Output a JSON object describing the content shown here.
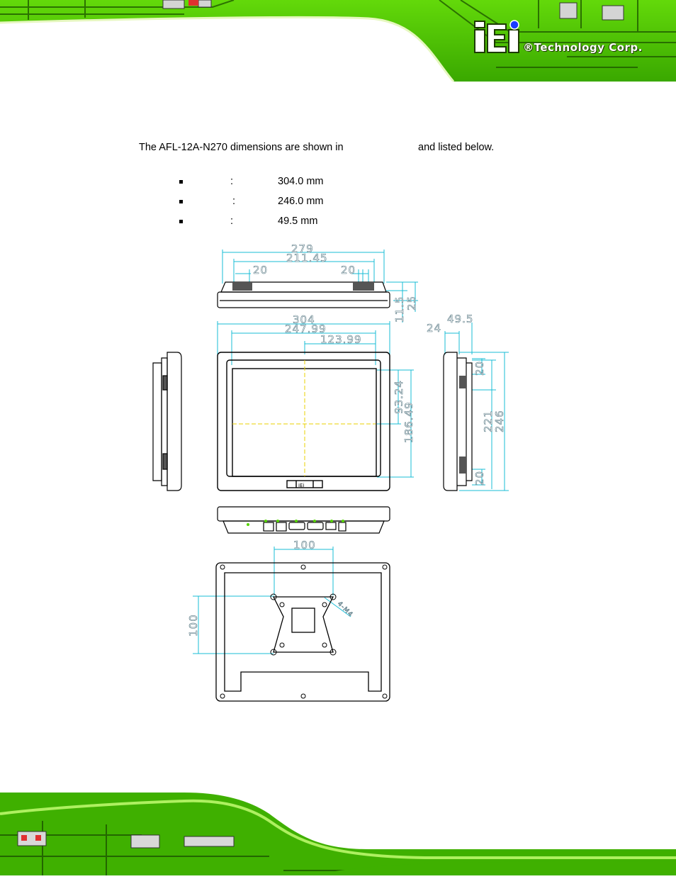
{
  "header": {
    "brand_logo_text": "iEi",
    "brand_tagline": "®Technology Corp."
  },
  "body": {
    "intro_left": "The AFL-12A-N270 dimensions are shown in",
    "intro_right": "and listed below.",
    "specs": [
      {
        "colon": ":",
        "value": "304.0 mm"
      },
      {
        "colon": ":",
        "value": "246.0 mm"
      },
      {
        "colon": ":",
        "value": "49.5 mm"
      }
    ]
  },
  "drawing": {
    "top_view": {
      "width_overall": "279",
      "width_inner": "211.45",
      "offset_left": "20",
      "offset_right": "20",
      "height_a": "11.5",
      "height_b": "25"
    },
    "front_view": {
      "width_overall": "304",
      "width_screen": "247.99",
      "half_width": "123.99",
      "half_height": "93.24",
      "height_screen": "186.49",
      "badge": "iEi"
    },
    "side_view": {
      "depth_a": "24",
      "depth_b": "49.5",
      "top_offset": "20",
      "bottom_offset": "20",
      "inner_height": "221",
      "overall_height": "246"
    },
    "rear_view": {
      "vesa_horizontal": "100",
      "vesa_vertical": "100",
      "hole_label": "4-M4"
    }
  },
  "colors": {
    "dimension_line": "#19bcd6",
    "center_line": "#e8d000",
    "pcb_green": "#55d400"
  }
}
